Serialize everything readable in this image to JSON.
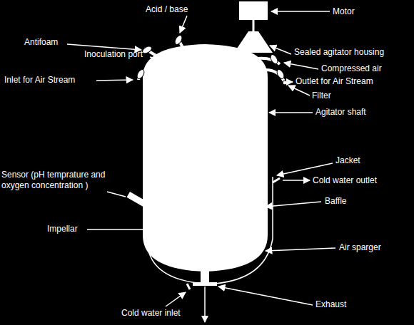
{
  "diagram": {
    "labels": [
      "Acid / base",
      "Motor",
      "Antifoam",
      "Inoculation port",
      "Sealed agitator housing",
      "Compressed air",
      "Inlet for Air Stream",
      "Outlet for Air Stream",
      "Filter",
      "Agitator shaft",
      "Jacket",
      "Sensor (pH temprature and oxygen concentration )",
      "Cold water outlet",
      "Baffle",
      "Impellar",
      "Air sparger",
      "Exhaust",
      "Cold water inlet"
    ]
  }
}
